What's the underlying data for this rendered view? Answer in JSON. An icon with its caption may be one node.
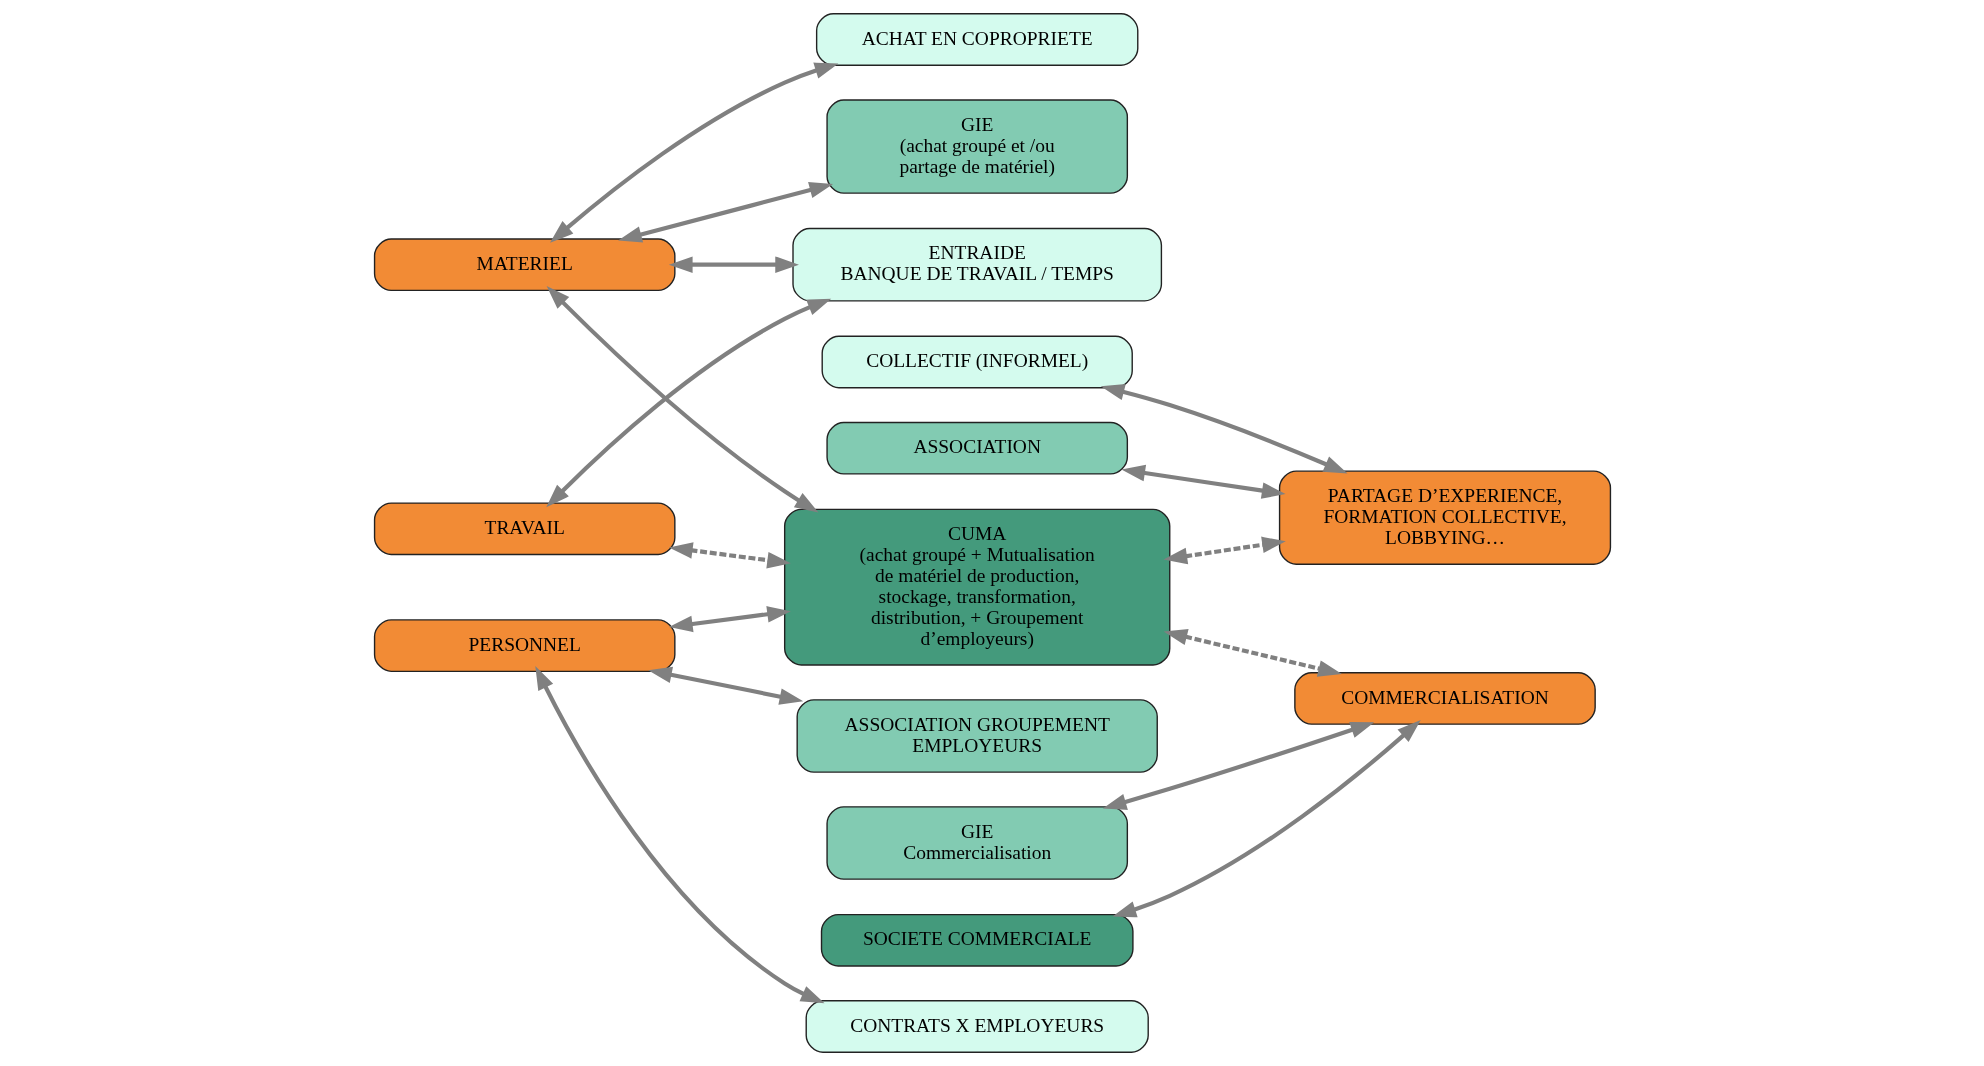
{
  "diagram": {
    "nodes": [
      {
        "text": [
          "ACHAT EN COPROPRIETE"
        ]
      },
      {
        "text": [
          "GIE",
          "(achat groupé et /ou partage de matériel)"
        ]
      },
      {
        "text": [
          "MATERIEL"
        ]
      },
      {
        "text": [
          "ENTRAIDE",
          "BANQUE DE TRAVAIL / TEMPS"
        ]
      },
      {
        "text": [
          "TRAVAIL"
        ]
      },
      {
        "text": [
          "PERSONNEL"
        ]
      },
      {
        "text": [
          "CUMA",
          "(achat groupé + Mutualisation de matériel de production, stockage, transformation, distribution, + Groupement d’employeurs)"
        ]
      },
      {
        "text": [
          "ASSOCIATION GROUPEMENT EMPLOYEURS"
        ]
      },
      {
        "text": [
          "CONTRATS X EMPLOYEURS"
        ]
      },
      {
        "text": [
          "COLLECTIF (INFORMEL)"
        ]
      },
      {
        "text": [
          "ASSOCIATION"
        ]
      },
      {
        "text": [
          "PARTAGE D’EXPERIENCE, FORMATION COLLECTIVE, LOBBYING…"
        ]
      },
      {
        "text": [
          "COMMERCIALISATION"
        ]
      },
      {
        "text": [
          "GIE",
          "Commercialisation"
        ]
      },
      {
        "text": [
          "SOCIETE COMMERCIALE"
        ]
      }
    ],
    "edges": [
      {
        "from": 2,
        "to": 0,
        "arrow": "both"
      },
      {
        "from": 2,
        "to": 1,
        "arrow": "both"
      },
      {
        "from": 2,
        "to": 6,
        "arrow": "both"
      },
      {
        "from": 2,
        "to": 3,
        "arrow": "both"
      },
      {
        "from": 4,
        "to": 3,
        "arrow": "both"
      },
      {
        "from": 4,
        "to": 6,
        "arrow": "both",
        "style": "dashed"
      },
      {
        "from": 5,
        "to": 6,
        "arrow": "both"
      },
      {
        "from": 5,
        "to": 7,
        "arrow": "both"
      },
      {
        "from": 5,
        "to": 8,
        "arrow": "both"
      },
      {
        "from": 10,
        "to": 11,
        "arrow": "both"
      },
      {
        "from": 9,
        "to": 11,
        "arrow": "both"
      },
      {
        "from": 6,
        "to": 11,
        "arrow": "both",
        "style": "dashed"
      },
      {
        "from": 6,
        "to": 12,
        "arrow": "both",
        "style": "dashed"
      },
      {
        "from": 13,
        "to": 12,
        "arrow": "both"
      },
      {
        "from": 14,
        "to": 12,
        "arrow": "both"
      }
    ]
  }
}
